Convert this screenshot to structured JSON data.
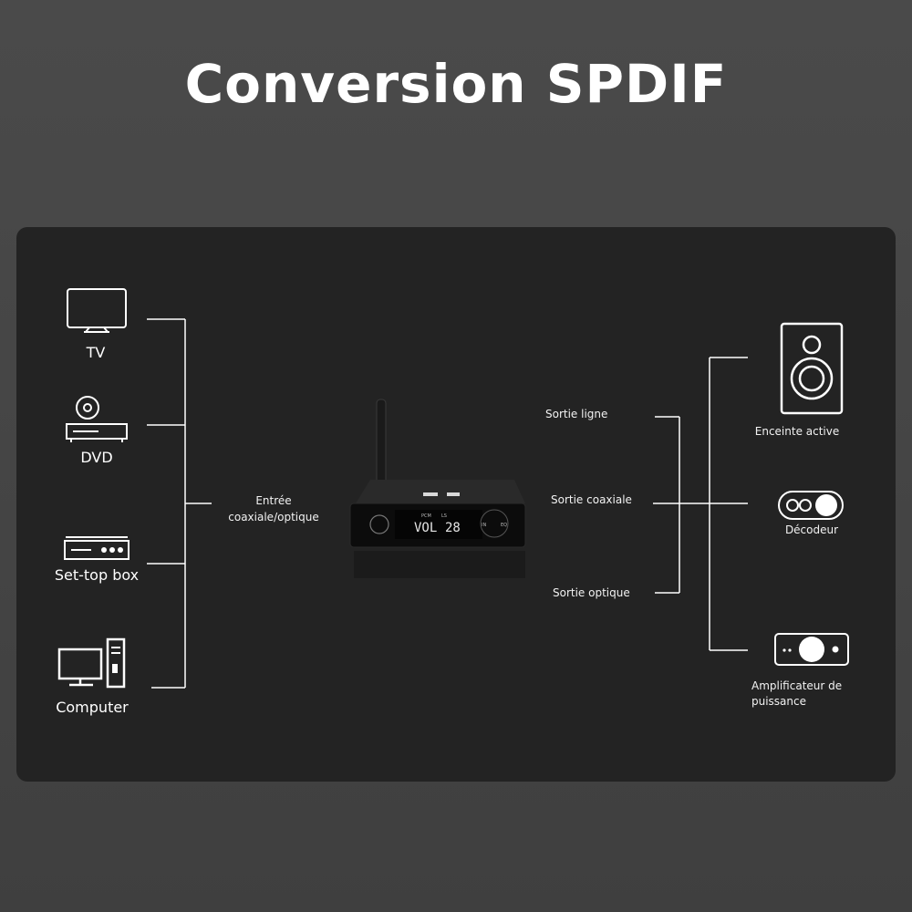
{
  "title": "Conversion SPDIF",
  "sources": [
    {
      "label": "TV",
      "icon": "tv-icon"
    },
    {
      "label": "DVD",
      "icon": "dvd-player-icon"
    },
    {
      "label": "Set-top box",
      "icon": "set-top-box-icon"
    },
    {
      "label": "Computer",
      "icon": "computer-icon"
    }
  ],
  "input_label": "Entrée\ncoaxiale/optique",
  "device": {
    "display_mode": "VOL",
    "display_value": "28",
    "indicator_pcm": "PCM",
    "indicator_ls": "LS",
    "button_in": "IN",
    "button_eq": "EQ"
  },
  "outputs": [
    "Sortie ligne",
    "Sortie coaxiale",
    "Sortie optique"
  ],
  "destinations": [
    {
      "label": "Enceinte active",
      "icon": "speaker-icon"
    },
    {
      "label": "Décodeur",
      "icon": "decoder-icon"
    },
    {
      "label": "Amplificateur de\npuissance",
      "icon": "amplifier-icon"
    }
  ],
  "colors": {
    "background": "#464646",
    "panel": "#232323",
    "lines": "#ffffff"
  }
}
